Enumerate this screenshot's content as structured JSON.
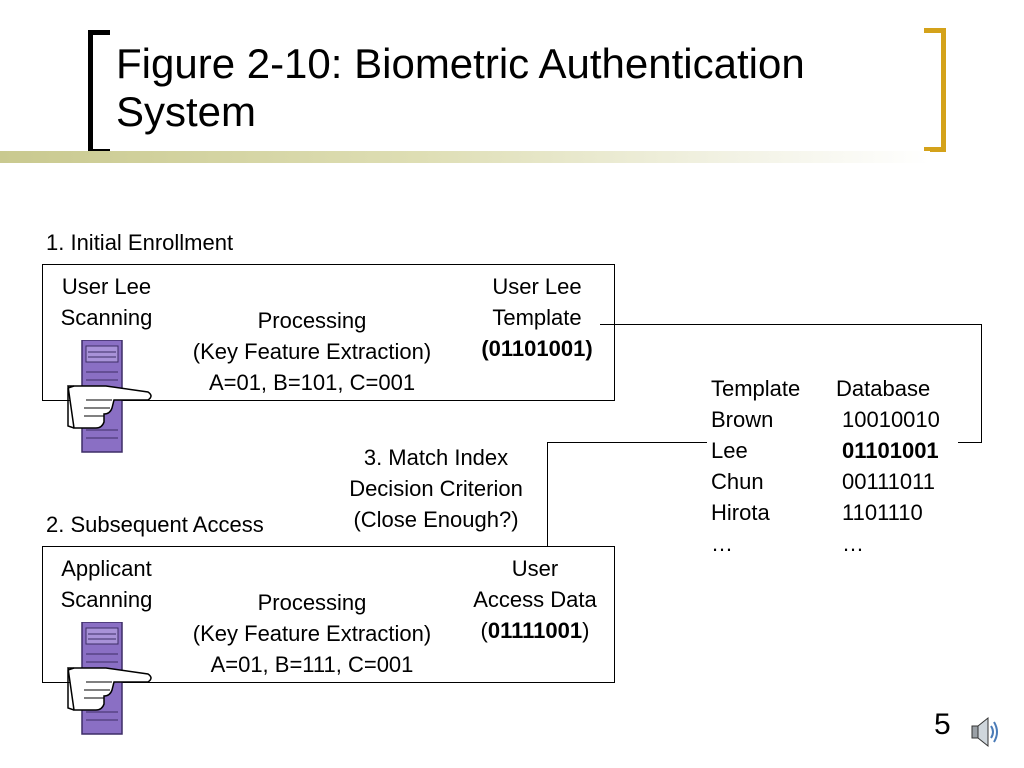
{
  "title": "Figure 2-10: Biometric Authentication System",
  "enrollment": {
    "label": "1. Initial Enrollment",
    "scan_lines": [
      "User Lee",
      "Scanning"
    ],
    "processing_lines": [
      "Processing",
      "(Key Feature Extraction)",
      "A=01, B=101, C=001"
    ],
    "template_lines": [
      "User Lee",
      "Template"
    ],
    "template_code": "(01101001)"
  },
  "match": {
    "lines": [
      "3. Match Index",
      "Decision Criterion",
      "(Close Enough?)"
    ]
  },
  "access": {
    "label": "2. Subsequent Access",
    "scan_lines": [
      "Applicant",
      "Scanning"
    ],
    "processing_lines": [
      "Processing",
      "(Key Feature Extraction)",
      "A=01, B=111, C=001"
    ],
    "data_lines": [
      "User",
      "Access Data"
    ],
    "data_open": "(",
    "data_code": "01111001",
    "data_close": ")"
  },
  "database": {
    "headers": [
      "Template",
      "Database"
    ],
    "rows": [
      {
        "name": "Brown",
        "code": "10010010"
      },
      {
        "name": "Lee",
        "code": "01101001"
      },
      {
        "name": "Chun",
        "code": "00111011"
      },
      {
        "name": "Hirota",
        "code": "1101110"
      },
      {
        "name": "…",
        "code": "…"
      }
    ]
  },
  "page_number": "5",
  "icons": {
    "scanner": "server-tower-icon",
    "hand": "pointing-hand-icon",
    "audio": "speaker-icon"
  },
  "colors": {
    "scanner": "#8a6fc4",
    "bracket_right": "#d4a21a"
  }
}
